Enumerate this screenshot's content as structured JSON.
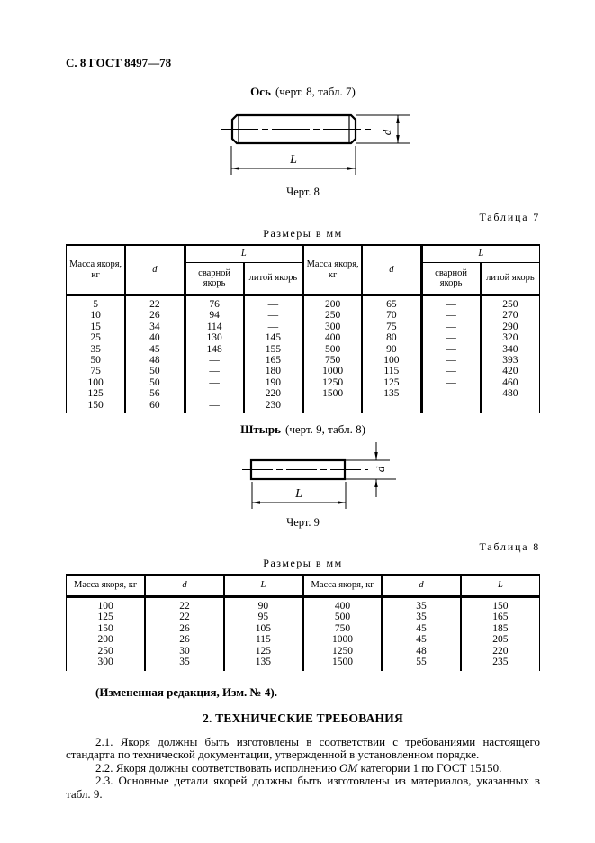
{
  "page": {
    "header": "С. 8 ГОСТ 8497—78"
  },
  "fig8": {
    "title_word": "Ось",
    "title_note": "(черт. 8, табл. 7)",
    "caption": "Черт. 8",
    "dim_d": "d",
    "dim_l": "L"
  },
  "table7": {
    "label": "Таблица 7",
    "units": "Размеры в мм",
    "headers": {
      "mass": "Масса якоря, кг",
      "d": "d",
      "l": "L",
      "welded": "сварной якорь",
      "cast": "литой якорь"
    },
    "rows": [
      [
        "5",
        "22",
        "76",
        "—",
        "200",
        "65",
        "—",
        "250"
      ],
      [
        "10",
        "26",
        "94",
        "—",
        "250",
        "70",
        "—",
        "270"
      ],
      [
        "15",
        "34",
        "114",
        "—",
        "300",
        "75",
        "—",
        "290"
      ],
      [
        "25",
        "40",
        "130",
        "145",
        "400",
        "80",
        "—",
        "320"
      ],
      [
        "35",
        "45",
        "148",
        "155",
        "500",
        "90",
        "—",
        "340"
      ],
      [
        "50",
        "48",
        "—",
        "165",
        "750",
        "100",
        "—",
        "393"
      ],
      [
        "75",
        "50",
        "—",
        "180",
        "1000",
        "115",
        "—",
        "420"
      ],
      [
        "100",
        "50",
        "—",
        "190",
        "1250",
        "125",
        "—",
        "460"
      ],
      [
        "125",
        "56",
        "—",
        "220",
        "1500",
        "135",
        "—",
        "480"
      ],
      [
        "150",
        "60",
        "—",
        "230",
        "",
        "",
        "",
        ""
      ]
    ]
  },
  "fig9": {
    "title_word": "Штырь",
    "title_note": "(черт. 9, табл. 8)",
    "caption": "Черт. 9",
    "dim_d": "d",
    "dim_l": "L"
  },
  "table8": {
    "label": "Таблица 8",
    "units": "Размеры в мм",
    "headers": {
      "mass": "Масса якоря, кг",
      "d": "d",
      "l": "L"
    },
    "rows": [
      [
        "100",
        "22",
        "90",
        "400",
        "35",
        "150"
      ],
      [
        "125",
        "22",
        "95",
        "500",
        "35",
        "165"
      ],
      [
        "150",
        "26",
        "105",
        "750",
        "45",
        "185"
      ],
      [
        "200",
        "26",
        "115",
        "1000",
        "45",
        "205"
      ],
      [
        "250",
        "30",
        "125",
        "1250",
        "48",
        "220"
      ],
      [
        "300",
        "35",
        "135",
        "1500",
        "55",
        "235"
      ]
    ]
  },
  "requirements": {
    "amended": "(Измененная редакция, Изм. № 4).",
    "heading": "2. ТЕХНИЧЕСКИЕ ТРЕБОВАНИЯ",
    "p21": "2.1. Якоря должны быть изготовлены в соответствии с требованиями настоящего стандарта по технической документации, утвержденной в установленном порядке.",
    "p22_before": "2.2. Якоря должны соответствовать исполнению ",
    "p22_italic": "ОМ",
    "p22_after": " категории 1 по ГОСТ 15150.",
    "p23": "2.3. Основные детали якорей должны быть изготовлены из материалов, указанных в табл. 9."
  }
}
